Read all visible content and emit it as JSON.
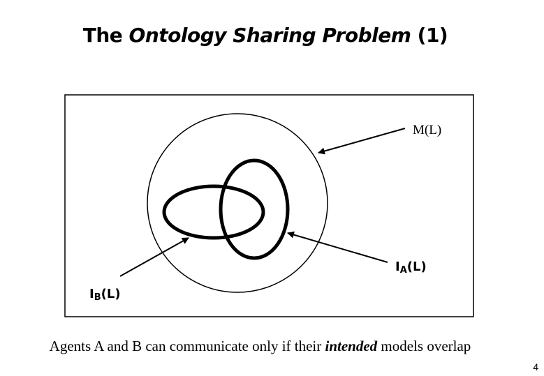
{
  "slide": {
    "title_prefix": "The ",
    "title_emphasis": "Ontology Sharing Problem",
    "title_suffix": " (1)",
    "caption_prefix": "Agents A and B can communicate only if their ",
    "caption_emphasis": "intended",
    "caption_suffix": " models overlap",
    "page_number": "4"
  },
  "diagram": {
    "label_m": "M(L)",
    "label_ia_main": "I",
    "label_ia_sub": "A",
    "label_ia_tail": "(L)",
    "label_ib_main": "I",
    "label_ib_sub": "B",
    "label_ib_tail": "(L)"
  }
}
